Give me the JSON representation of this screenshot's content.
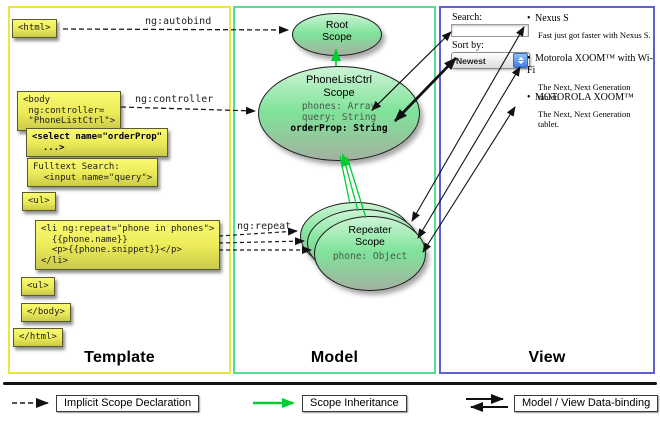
{
  "diagram": {
    "columns": {
      "template": "Template",
      "model": "Model",
      "view": "View"
    },
    "template": {
      "html_open": "<html>",
      "body_open": "<body\n ng:controller=\n \"PhoneListCtrl\">",
      "select_box": "<select name=\"orderProp\"\n  ...>",
      "fulltext_box": "Fulltext Search:\n  <input name=\"query\">",
      "ul_open": "<ul>",
      "li_box": "<li ng:repeat=\"phone in phones\">\n  {{phone.name}}\n  <p>{{phone.snippet}}</p>\n</li>",
      "ul_close": "<ul>",
      "body_close": "</body>",
      "html_close": "</html>"
    },
    "labels": {
      "ng_autobind": "ng:autobind",
      "ng_controller": "ng:controller",
      "ng_repeat": "ng:repeat"
    },
    "model": {
      "root_scope": "Root\nScope",
      "phonelist_title": "PhoneListCtrl\nScope",
      "phonelist_props": "phones: Array\nquery: String",
      "phonelist_bold_prop": "orderProp: String",
      "repeater_title": "Repeater\nScope",
      "repeater_prop": "phone: Object"
    },
    "view": {
      "search_label": "Search:",
      "search_value": "",
      "sort_label": "Sort by:",
      "sort_value": "Newest",
      "products": [
        {
          "name": "Nexus S",
          "desc": "Fast just got faster with Nexus S."
        },
        {
          "name": "Motorola XOOM™ with Wi-Fi",
          "desc": "The Next, Next Generation tablet."
        },
        {
          "name": "MOTOROLA XOOM™",
          "desc": "The Next, Next Generation tablet."
        }
      ]
    },
    "legend": {
      "implicit": "Implicit Scope Declaration",
      "inheritance": "Scope Inheritance",
      "databinding": "Model / View Data-binding"
    },
    "colors": {
      "template_border": "#e9e93c",
      "model_border": "#55dd99",
      "view_border": "#5f5fd3",
      "scope_arrow_green": "#00cc33",
      "code_box_yellow": "#eaea58"
    }
  }
}
